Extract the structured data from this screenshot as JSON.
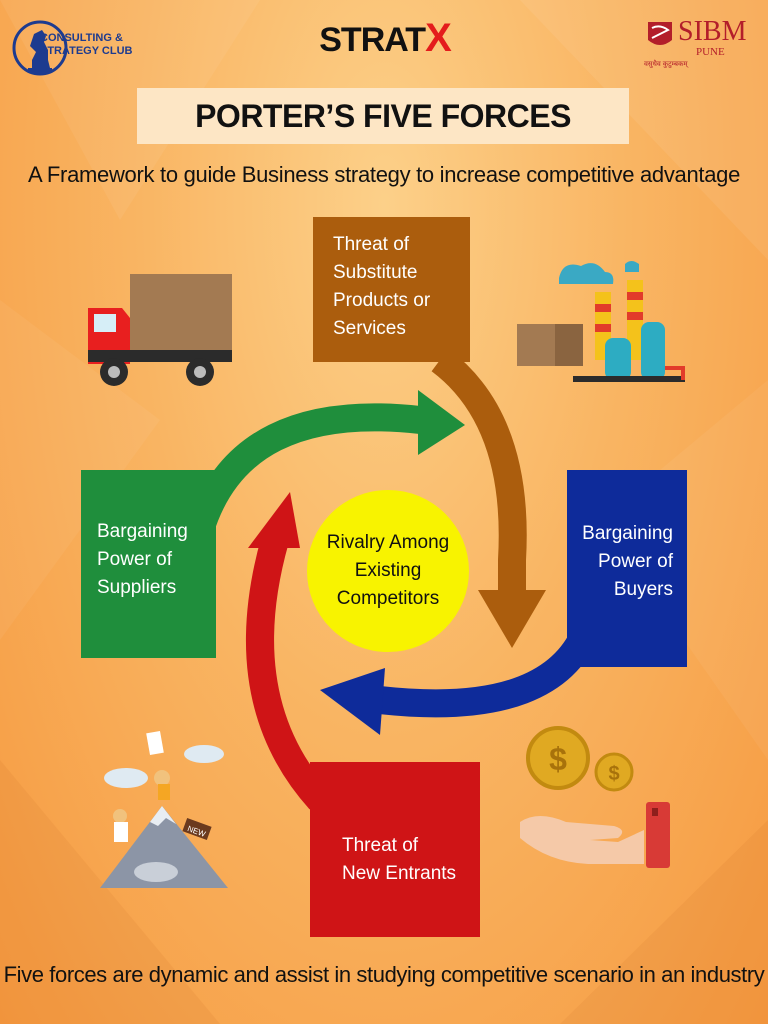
{
  "header": {
    "club_name_line1": "CONSULTING &",
    "club_name_line2": "STRATEGY CLUB",
    "event_name_prefix": "STRAT",
    "event_name_suffix": "X",
    "institute_name": "SIBM",
    "institute_city": "PUNE",
    "institute_motto": "वसुधैव कुटुम्बकम्"
  },
  "title": "PORTER’S FIVE FORCES",
  "subtitle": "A Framework to guide Business strategy to increase competitive advantage",
  "forces": {
    "substitutes": [
      "Threat of",
      "Substitute",
      "Products or",
      "Services"
    ],
    "suppliers": [
      "Bargaining",
      "Power of",
      "Suppliers"
    ],
    "buyers": [
      "Bargaining",
      "Power of",
      "Buyers"
    ],
    "new_entrants": [
      "Threat of",
      "New Entrants"
    ],
    "rivalry": [
      "Rivalry Among",
      "Existing",
      "Competitors"
    ]
  },
  "illustrations": {
    "truck": "delivery-truck-icon",
    "factory": "factory-icon",
    "climbers": "mountain-climbers-icon",
    "new_flag_text": "NEW",
    "coins": "coins-hand-icon",
    "coin_symbol": "$"
  },
  "colors": {
    "substitutes": "#ab5d0d",
    "suppliers": "#1f8e3c",
    "buyers": "#0e2b9a",
    "new_entrants": "#cf1416",
    "rivalry": "#f8f300"
  },
  "footer": "Five forces are dynamic and assist in studying competitive scenario in an industry"
}
